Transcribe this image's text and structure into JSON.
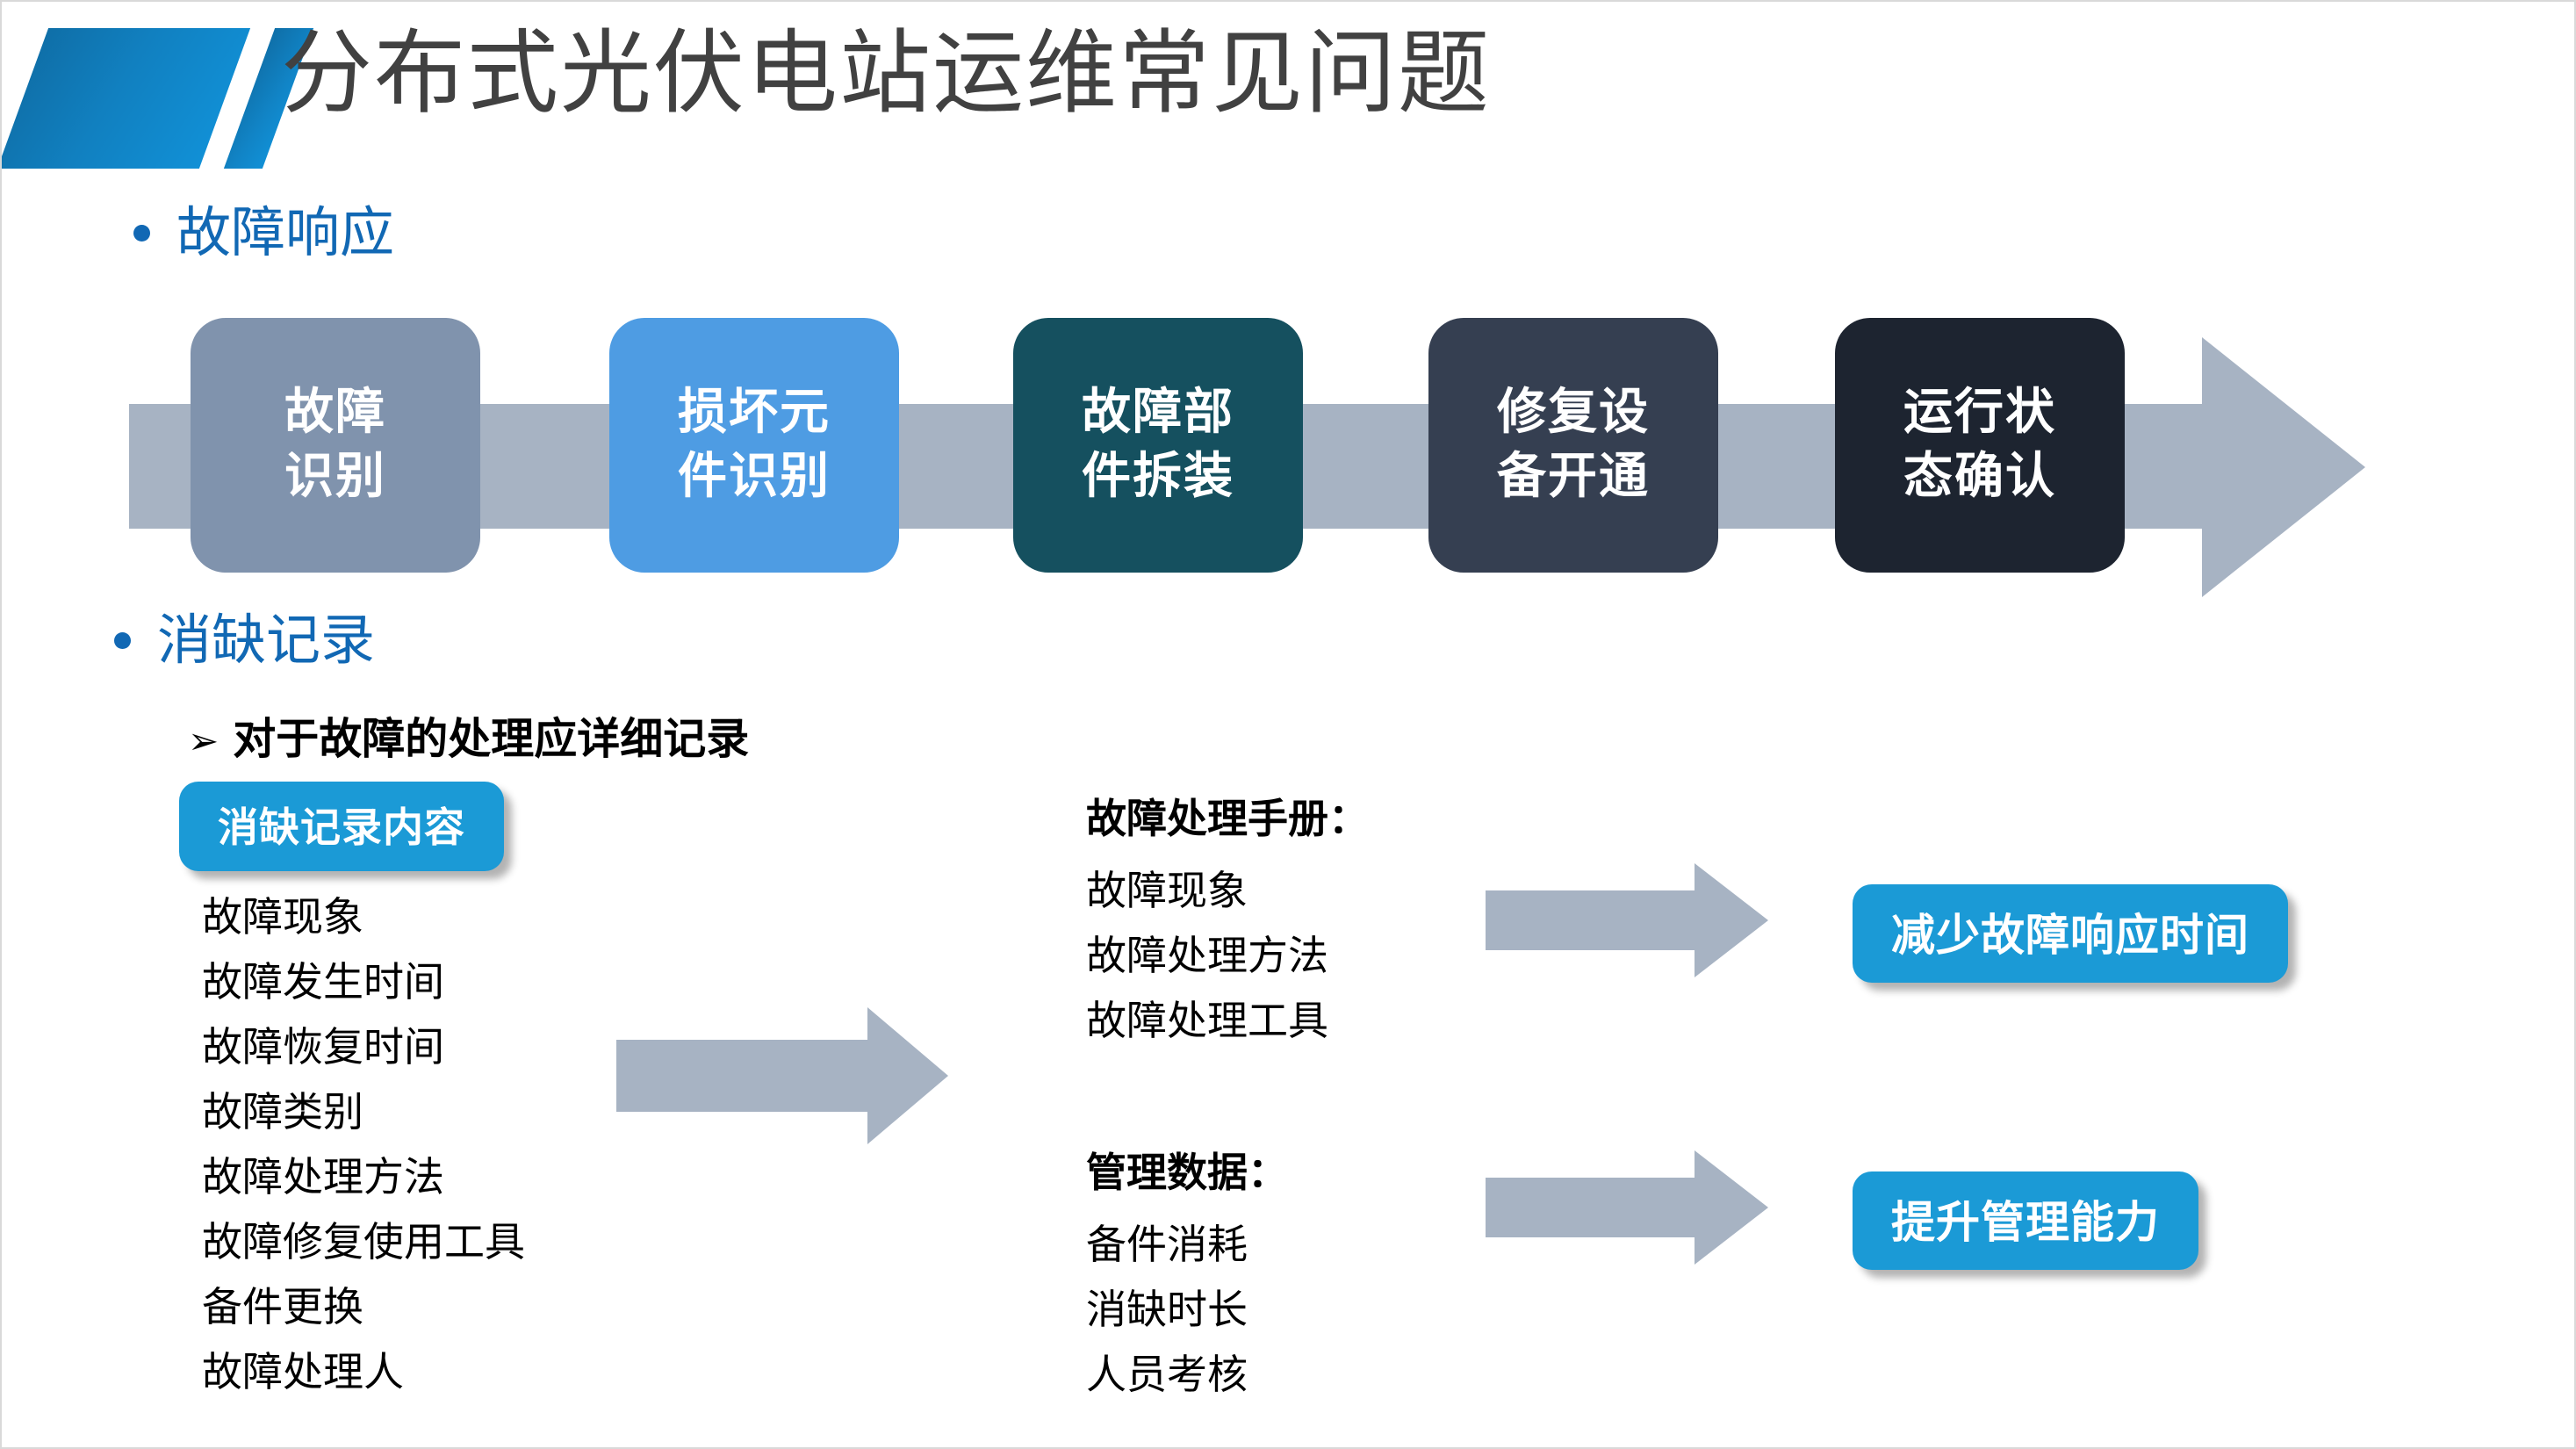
{
  "title": "分布式光伏电站运维常见问题",
  "logo": {
    "shape": "parallelogram-pair",
    "color": "#1190d6"
  },
  "colors": {
    "accent_blue": "#1168b4",
    "badge_blue": "#1b9ad6",
    "arrow_gray": "#a7b3c3",
    "title_gray": "#414141"
  },
  "sections": {
    "fault_response": {
      "label": "故障响应"
    },
    "defect_record": {
      "label": "消缺记录"
    }
  },
  "flow": {
    "steps": [
      {
        "line1": "故障",
        "line2": "识别",
        "color": "#8093ad"
      },
      {
        "line1": "损坏元",
        "line2": "件识别",
        "color": "#4e9ce3"
      },
      {
        "line1": "故障部",
        "line2": "件拆装",
        "color": "#15505f"
      },
      {
        "line1": "修复设",
        "line2": "备开通",
        "color": "#353f51"
      },
      {
        "line1": "运行状",
        "line2": "态确认",
        "color": "#1d2430"
      }
    ]
  },
  "sub_bullet": {
    "marker": "➢",
    "text": "对于故障的处理应详细记录"
  },
  "record_badge": {
    "label": "消缺记录内容"
  },
  "record_items": [
    "故障现象",
    "故障发生时间",
    "故障恢复时间",
    "故障类别",
    "故障处理方法",
    "故障修复使用工具",
    "备件更换",
    "故障处理人"
  ],
  "manual": {
    "heading": "故障处理手册：",
    "items": [
      "故障现象",
      "故障处理方法",
      "故障处理工具"
    ]
  },
  "management": {
    "heading": "管理数据：",
    "items": [
      "备件消耗",
      "消缺时长",
      "人员考核"
    ]
  },
  "outcomes": {
    "response": "减少故障响应时间",
    "management": "提升管理能力"
  }
}
